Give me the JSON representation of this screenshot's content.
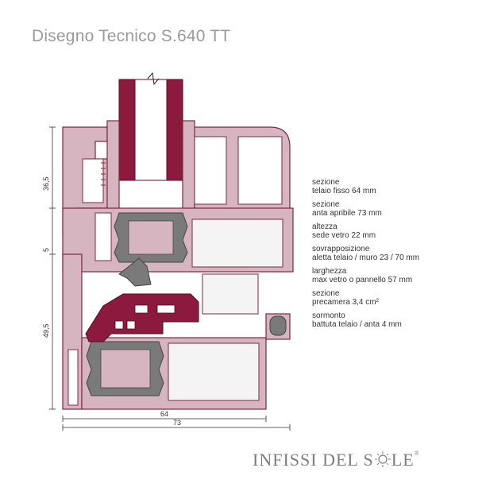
{
  "title": "Disegno Tecnico S.640 TT",
  "dimensions": {
    "v1": "36,5",
    "v2": "5",
    "v3": "49,5",
    "h1": "64",
    "h2": "73"
  },
  "specs": [
    {
      "label": "sezione",
      "value": "telaio fisso 64 mm"
    },
    {
      "label": "sezione",
      "value": "anta apribile 73 mm"
    },
    {
      "label": "altezza",
      "value": "sede vetro 22 mm"
    },
    {
      "label": "sovrapposizione",
      "value": "aletta telaio / muro 23 / 70 mm"
    },
    {
      "label": "larghezza",
      "value": "max vetro o pannello 57 mm"
    },
    {
      "label": "sezione",
      "value": "precamera 3,4 cm²"
    },
    {
      "label": "sormonto",
      "value": "battuta telaio / anta 4 mm"
    }
  ],
  "logo": {
    "text_left": "INFISSI DEL S",
    "text_right": "LE",
    "mark": "®"
  },
  "colors": {
    "profile_fill": "#d6b5c0",
    "profile_stroke": "#7a2a42",
    "glass": "#8c1a3e",
    "gasket": "#6f6f6f",
    "reinforcement": "#f4f4f4"
  }
}
